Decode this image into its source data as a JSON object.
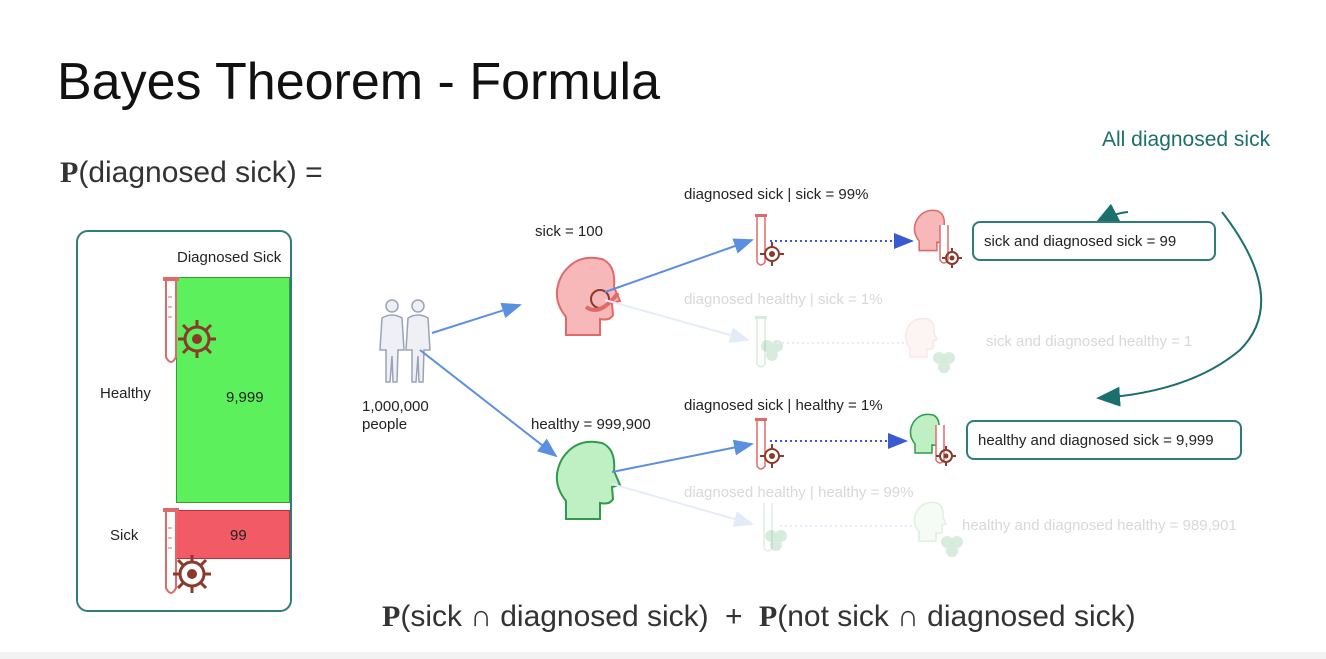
{
  "slide": {
    "title": "Bayes Theorem - Formula",
    "formula_top": {
      "p": "P",
      "text": "(diagnosed sick) ="
    },
    "formula_bottom": {
      "p1": "P",
      "term1": "(sick ∩ diagnosed sick)",
      "plus": "+",
      "p2": "P",
      "term2": "(not sick ∩ diagnosed sick)"
    }
  },
  "panel": {
    "header": "Diagnosed Sick",
    "rows": [
      {
        "label": "Healthy",
        "value": "9,999",
        "color": "#5cf05c"
      },
      {
        "label": "Sick",
        "value": "99",
        "color": "#f25a65"
      }
    ]
  },
  "tree": {
    "root_label_line1": "1,000,000",
    "root_label_line2": "people",
    "sick_label": "sick = 100",
    "healthy_label": "healthy = 999,900",
    "branches": {
      "sick_diag_sick": "diagnosed sick | sick = 99%",
      "sick_diag_healthy": "diagnosed healthy | sick = 1%",
      "healthy_diag_sick": "diagnosed sick | healthy = 1%",
      "healthy_diag_healthy": "diagnosed healthy | healthy = 99%"
    },
    "outcomes": {
      "sick_and_diag_sick": "sick and diagnosed sick = 99",
      "sick_and_diag_healthy": "sick and diagnosed healthy = 1",
      "healthy_and_diag_sick": "healthy and diagnosed sick = 9,999",
      "healthy_and_diag_healthy": "healthy and diagnosed healthy = 989,901"
    },
    "all_diagnosed_sick": "All diagnosed sick"
  },
  "colors": {
    "teal": "#2e7d7a",
    "arrow_blue": "#5b8fe0",
    "sick_red": "#e06a6a",
    "healthy_green": "#2f9a4a",
    "virus": "#8a3a2a",
    "bar_green": "#5cf05c",
    "bar_red": "#f25a65"
  },
  "icons": [
    "people-icon",
    "sick-head-icon",
    "healthy-head-icon",
    "test-tube-icon",
    "virus-icon",
    "clover-icon",
    "curved-arrow-icon"
  ]
}
